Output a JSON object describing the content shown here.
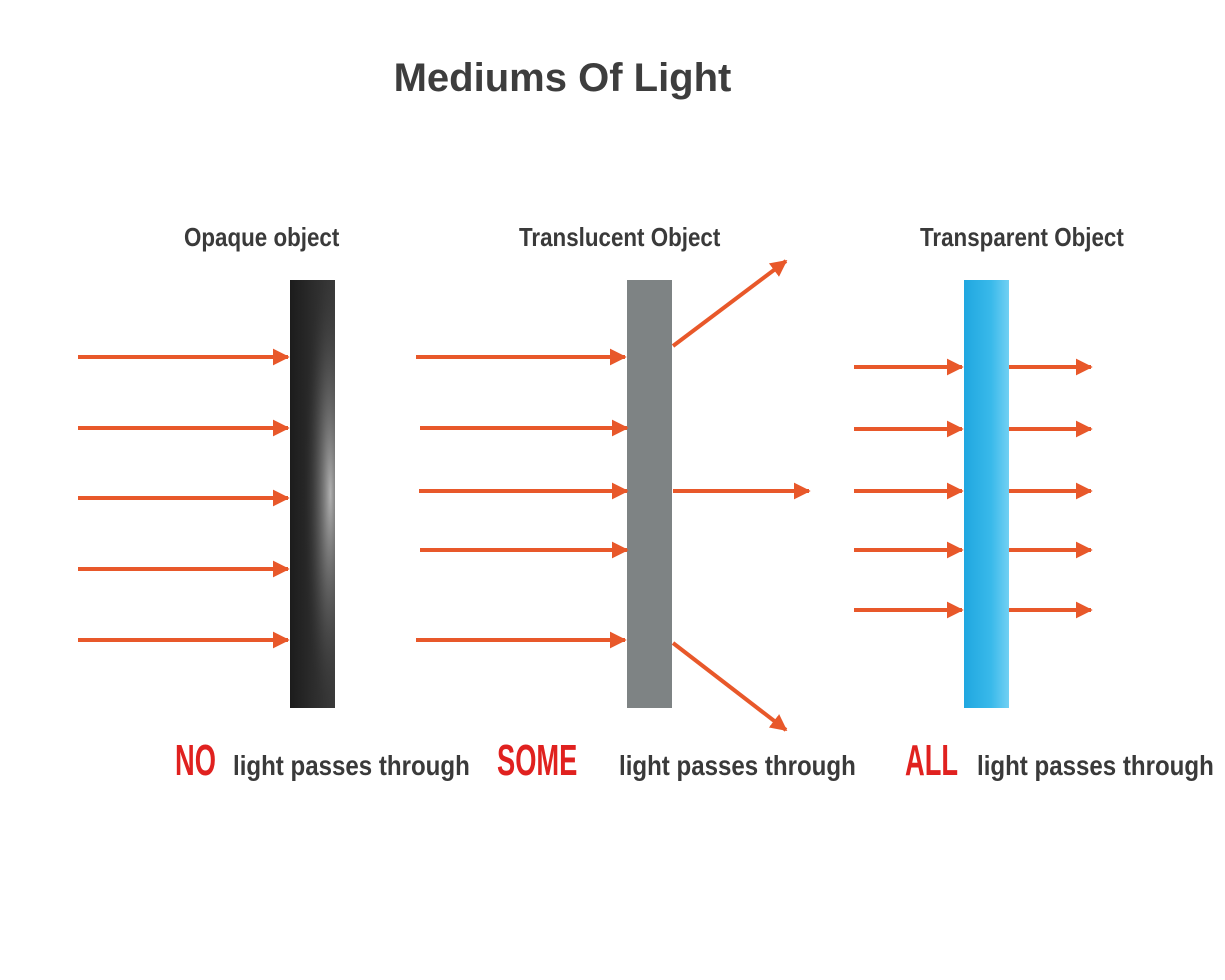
{
  "title": "Mediums Of Light",
  "colors": {
    "arrow": "#e8582a",
    "keyword": "#e0211f",
    "text": "#3a3a3a",
    "translucent": "#7e8384",
    "transparent": "#29aee2"
  },
  "panels": [
    {
      "id": "opaque",
      "title": "Opaque object",
      "keyword": "NO",
      "caption": "light passes through"
    },
    {
      "id": "translucent",
      "title": "Translucent Object",
      "keyword": "SOME",
      "caption": "light passes through"
    },
    {
      "id": "transparent",
      "title": "Transparent Object",
      "keyword": "ALL",
      "caption": "light passes through"
    }
  ]
}
